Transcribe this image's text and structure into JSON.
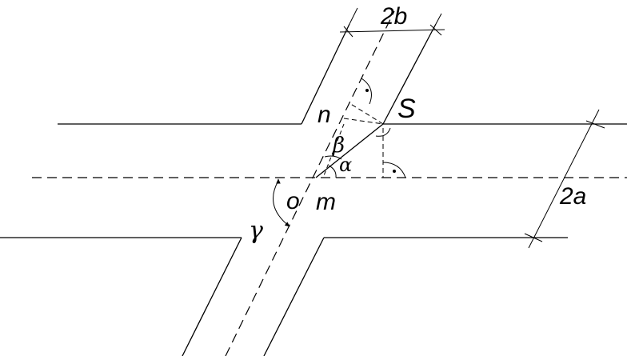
{
  "diagram": {
    "labels": {
      "width_b": "2b",
      "width_a": "2a",
      "point_s": "S",
      "point_n": "n",
      "point_m": "m",
      "point_o": "o",
      "angle_alpha": "α",
      "angle_beta": "β",
      "angle_gamma": "γ"
    }
  }
}
